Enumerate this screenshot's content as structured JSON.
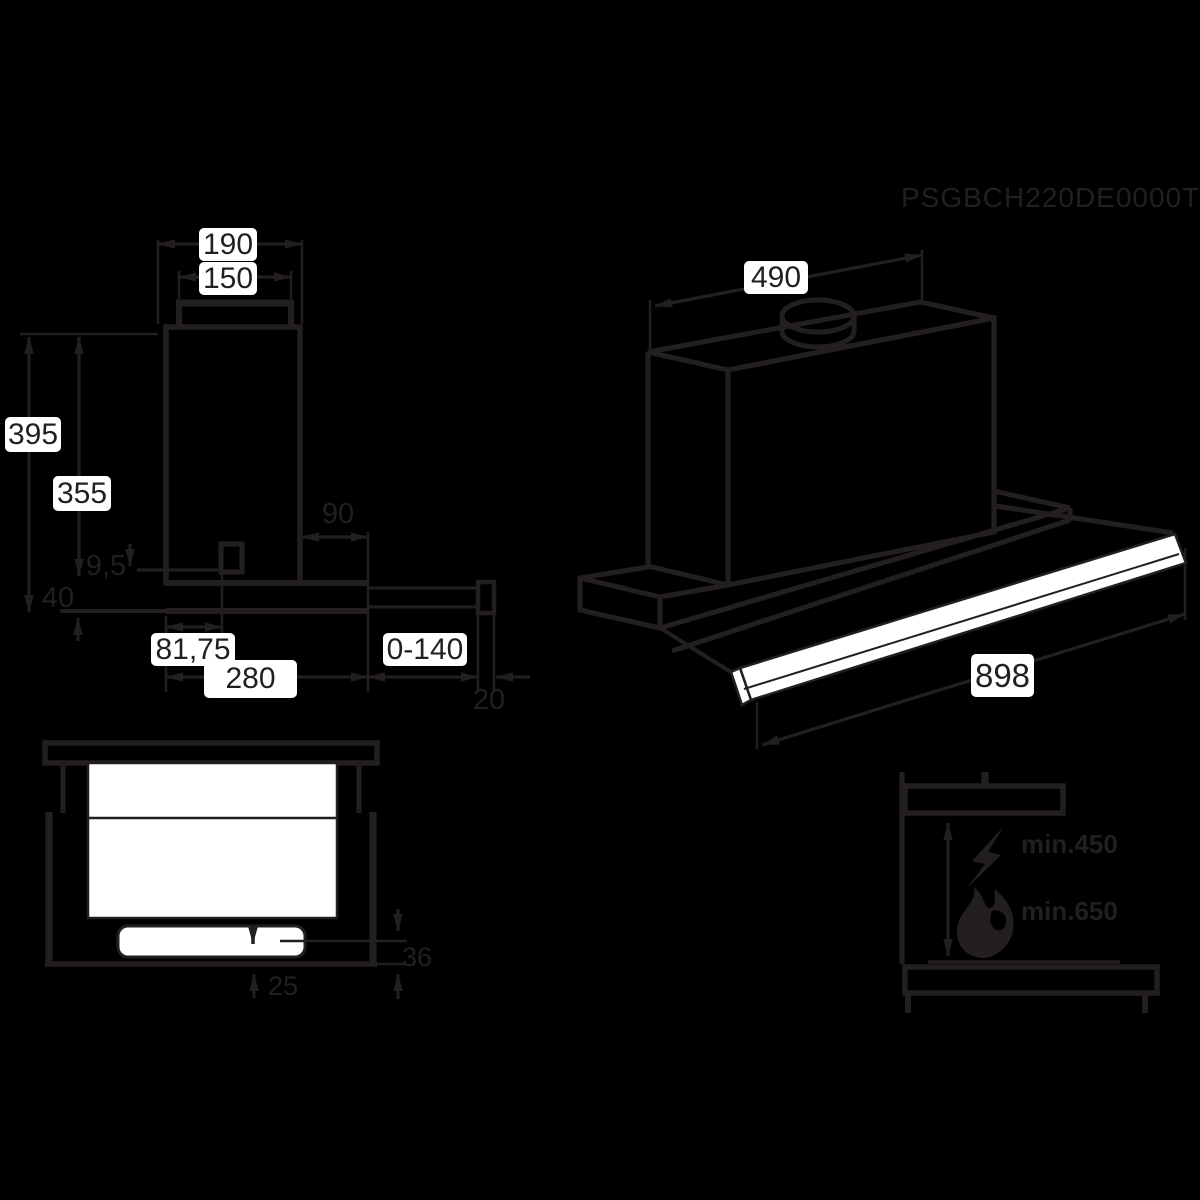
{
  "colors": {
    "background": "#000000",
    "line": "#231f20",
    "chip_background": "#ffffff",
    "text": "#231f20"
  },
  "labels": {
    "perspective_view": {
      "model_code": "PSGBCH220DE0000T",
      "d490": "490",
      "d898": "898"
    },
    "side_view": {
      "d190": "190",
      "d150": "150",
      "d395": "395",
      "d355": "355",
      "d95": "9,5",
      "d40": "40",
      "d90": "90",
      "d8175": "81,75",
      "d280": "280",
      "d0140": "0-140",
      "d20": "20"
    },
    "front_view": {
      "d36": "36",
      "d25": "25"
    },
    "clearance_view": {
      "min_electric": "min.450",
      "min_gas": "min.650"
    }
  },
  "icons": {
    "electric": "lightning-bolt-icon",
    "gas": "flame-icon"
  }
}
